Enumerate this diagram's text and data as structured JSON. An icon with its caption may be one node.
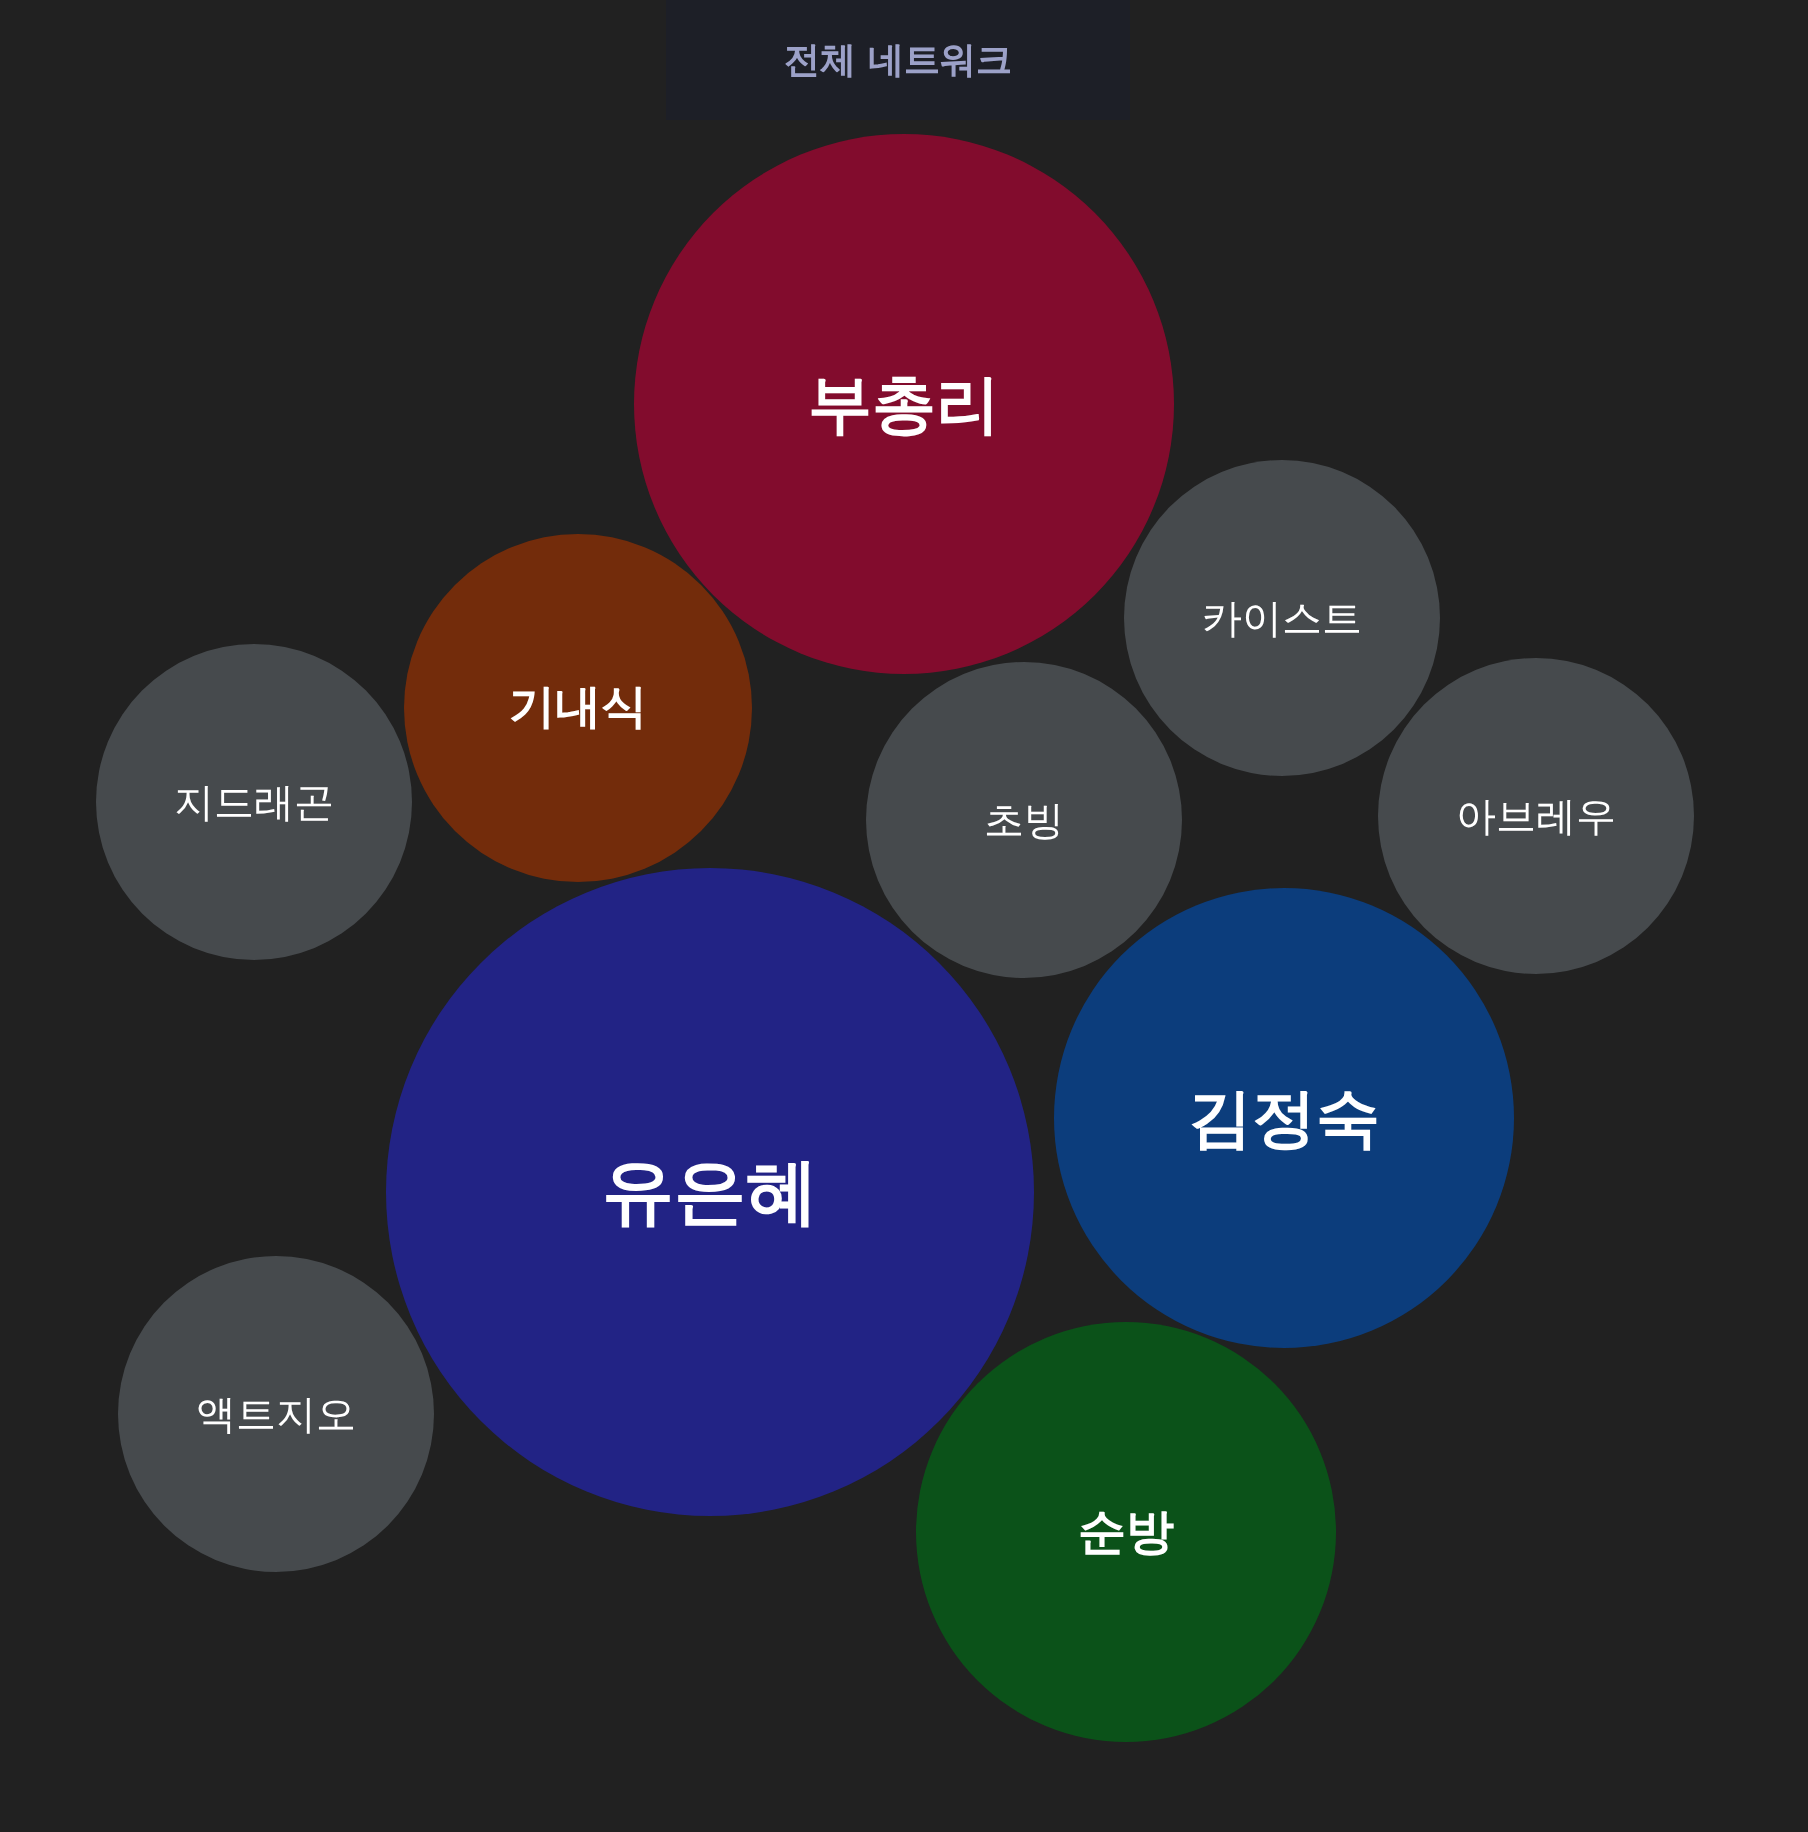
{
  "diagram": {
    "title": "전체 네트워크",
    "nodes": [
      {
        "text": [
          "부총리"
        ]
      },
      {
        "text": [
          "카이스트"
        ]
      },
      {
        "text": [
          "기내식"
        ]
      },
      {
        "text": [
          "지드래곤"
        ]
      },
      {
        "text": [
          "초빙"
        ]
      },
      {
        "text": [
          "아브레우"
        ]
      },
      {
        "text": [
          "김정숙"
        ]
      },
      {
        "text": [
          "유은혜"
        ]
      },
      {
        "text": [
          "액트지오"
        ]
      },
      {
        "text": [
          "순방"
        ]
      }
    ]
  }
}
